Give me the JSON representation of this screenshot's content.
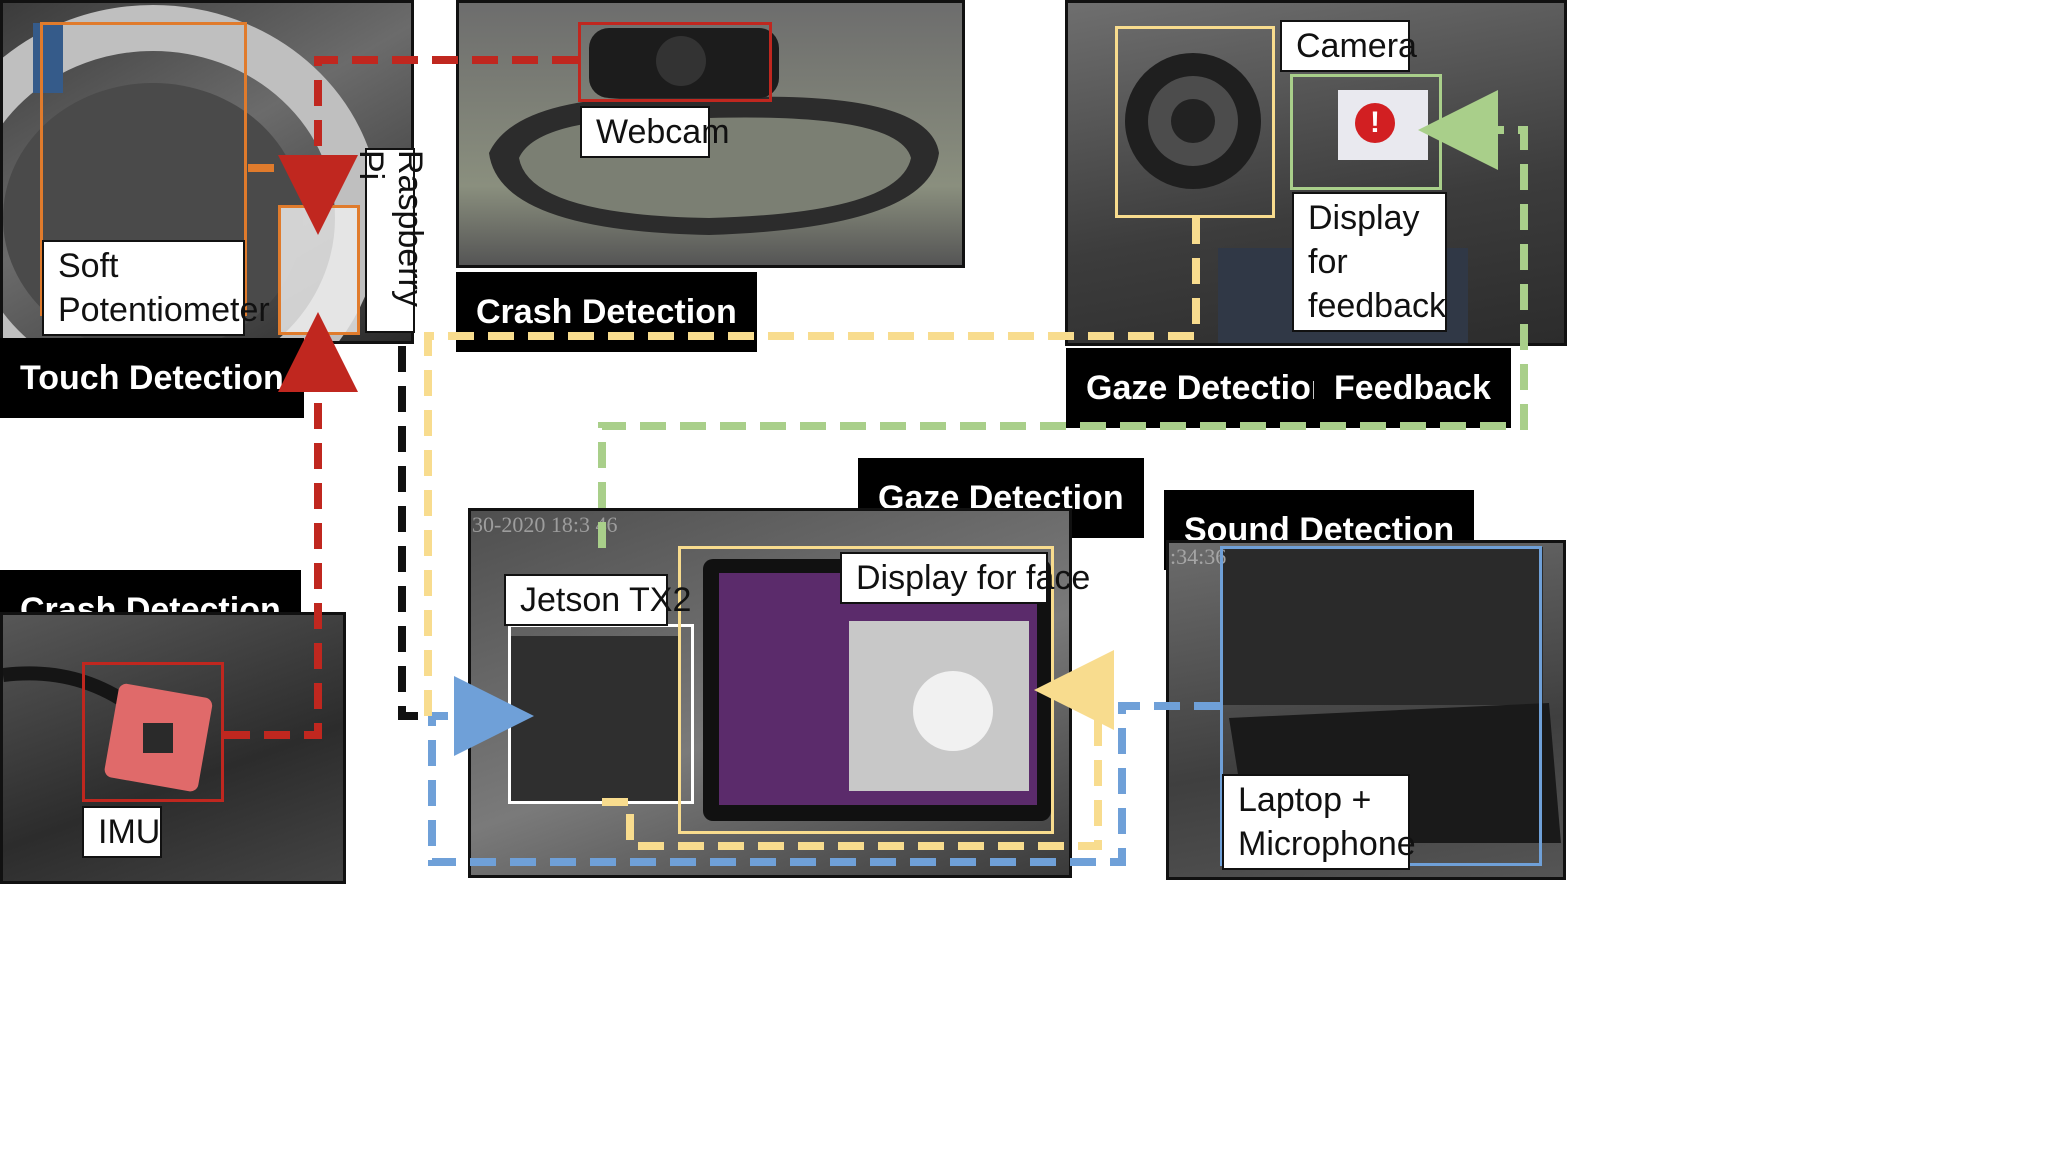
{
  "colors": {
    "touch": "#e07b2c",
    "crash": "#c0271f",
    "gaze": "#f8dc8e",
    "feedback": "#a9cf8a",
    "sound": "#6fa0d8",
    "pi_link": "#111111"
  },
  "panels": {
    "touch": {
      "tag": "Touch Detection",
      "sensor_label": "Soft Potentiometer",
      "pi_label": "Raspberry Pi"
    },
    "webcam": {
      "tag": "Crash Detection",
      "label": "Webcam"
    },
    "cabin_camera": {
      "camera_label": "Camera",
      "display_label": "Display for feedback",
      "alert_icon": "exclamation-icon",
      "tag_gaze": "Gaze Detection",
      "tag_feedback": "Feedback"
    },
    "imu": {
      "tag": "Crash Detection",
      "label": "IMU"
    },
    "jetson": {
      "tag": "Gaze Detection",
      "board_label": "Jetson TX2",
      "display_label": "Display for face",
      "timestamp": "30-2020 18:3  46"
    },
    "sound": {
      "tag": "Sound Detection",
      "label": "Laptop + Microphone",
      "timestamp": ":34:36"
    }
  }
}
